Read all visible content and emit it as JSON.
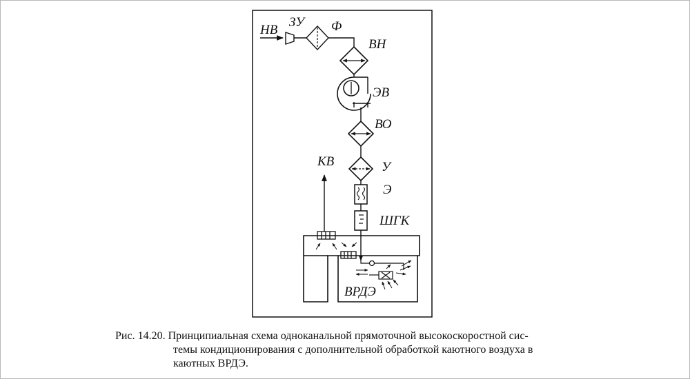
{
  "figure": {
    "labels": {
      "nv": "НВ",
      "zu": "ЗУ",
      "f": "Ф",
      "vn": "ВН",
      "ev": "ЭВ",
      "vo": "ВО",
      "kv": "КВ",
      "u": "У",
      "e": "Э",
      "shgk": "ШГК",
      "vrde": "ВРДЭ"
    },
    "caption": {
      "line1": "Рис. 14.20. Принципиальная схема одноканальной прямоточной высокоскоростной сис-",
      "line2": "темы кондиционирования с дополнительной обработкой каютного воздуха в",
      "line3": "каютных ВРДЭ."
    }
  }
}
